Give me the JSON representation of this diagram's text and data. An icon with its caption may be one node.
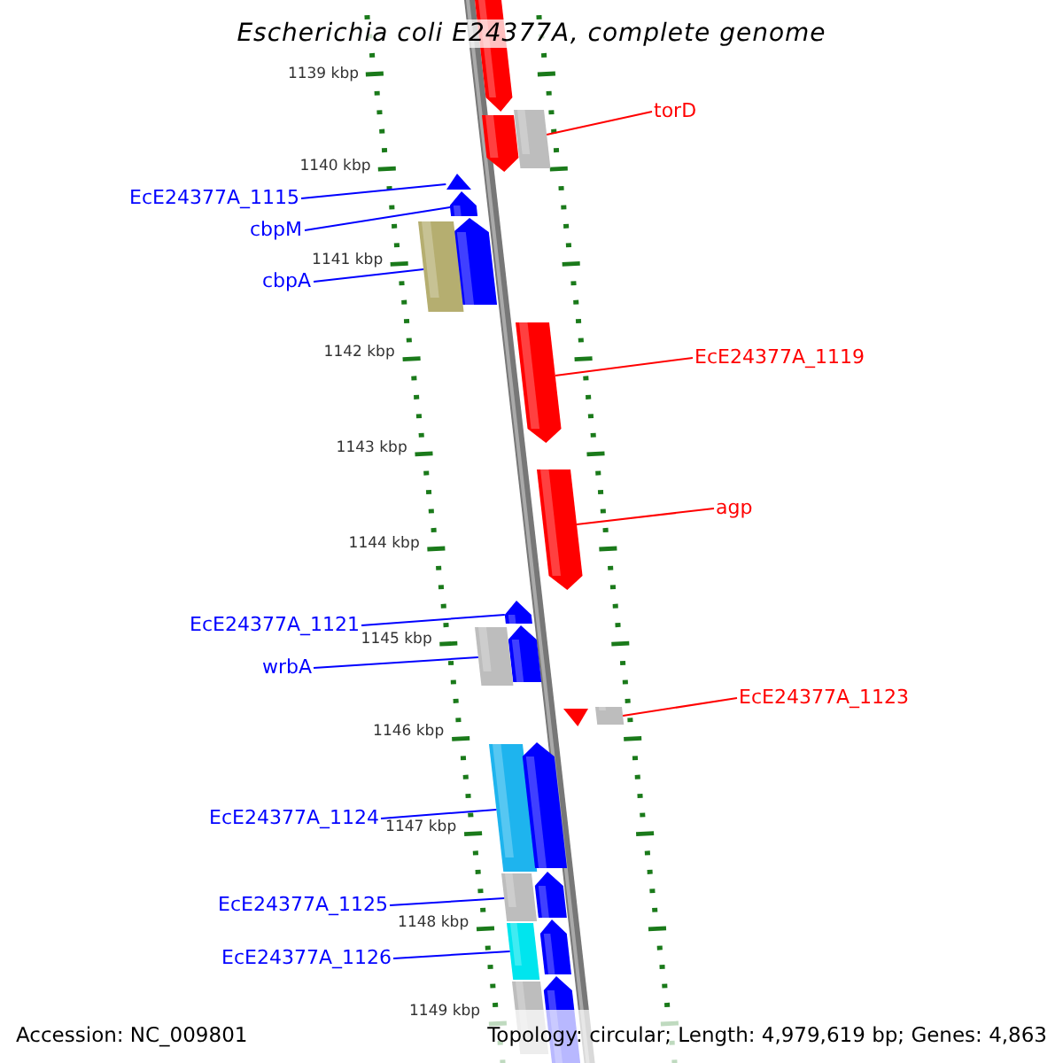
{
  "diagram": {
    "title": "Escherichia coli E24377A, complete genome",
    "nodes": [
      {
        "text": [
          "torD"
        ]
      },
      {
        "text": [
          "EcE24377A_1115"
        ]
      },
      {
        "text": [
          "cbpM"
        ]
      },
      {
        "text": [
          "cbpA"
        ]
      },
      {
        "text": [
          "EcE24377A_1119"
        ]
      },
      {
        "text": [
          "agp"
        ]
      },
      {
        "text": [
          "EcE24377A_1121"
        ]
      },
      {
        "text": [
          "wrbA"
        ]
      },
      {
        "text": [
          "EcE24377A_1123"
        ]
      },
      {
        "text": [
          "EcE24377A_1124"
        ]
      },
      {
        "text": [
          "EcE24377A_1125"
        ]
      },
      {
        "text": [
          "EcE24377A_1126"
        ]
      },
      {
        "text": [],
        "shape": "bar"
      },
      {
        "text": [],
        "shape": "bar"
      },
      {
        "text": [],
        "shape": "bar"
      },
      {
        "text": [],
        "shape": "bar"
      },
      {
        "text": [],
        "shape": "bar"
      },
      {
        "text": [],
        "shape": "bar"
      },
      {
        "text": [],
        "shape": "bar"
      },
      {
        "text": [],
        "shape": "bar"
      },
      {
        "text": [],
        "shape": "bar"
      },
      {
        "text": [],
        "shape": "bar"
      },
      {
        "text": [],
        "shape": "bar"
      },
      {
        "text": [],
        "shape": "bar"
      }
    ],
    "edges": [
      {
        "from": 0,
        "to": 12,
        "arrow": "none",
        "color": "#ff0000"
      },
      {
        "from": 1,
        "to": 13,
        "arrow": "none"
      },
      {
        "from": 2,
        "to": 14,
        "arrow": "none"
      },
      {
        "from": 3,
        "to": 15,
        "arrow": "none"
      },
      {
        "from": 4,
        "to": 16,
        "arrow": "none",
        "color": "#ff0000"
      },
      {
        "from": 5,
        "to": 17,
        "arrow": "none",
        "color": "#ff0000"
      },
      {
        "from": 6,
        "to": 18,
        "arrow": "none"
      },
      {
        "from": 7,
        "to": 19,
        "arrow": "none"
      },
      {
        "from": 8,
        "to": 20,
        "arrow": "none",
        "color": "#ff0000"
      },
      {
        "from": 9,
        "to": 21,
        "arrow": "none"
      },
      {
        "from": 10,
        "to": 22,
        "arrow": "none"
      },
      {
        "from": 11,
        "to": 23,
        "arrow": "none"
      }
    ],
    "labels": [
      "1139 kbp",
      "1140 kbp",
      "1141 kbp",
      "1142 kbp",
      "1143 kbp",
      "1144 kbp",
      "1145 kbp",
      "1146 kbp",
      "1147 kbp",
      "1148 kbp",
      "1149 kbp",
      "Accession: NC_009801",
      "Topology: circular; Length: 4,979,619 bp; Genes: 4,863"
    ]
  }
}
